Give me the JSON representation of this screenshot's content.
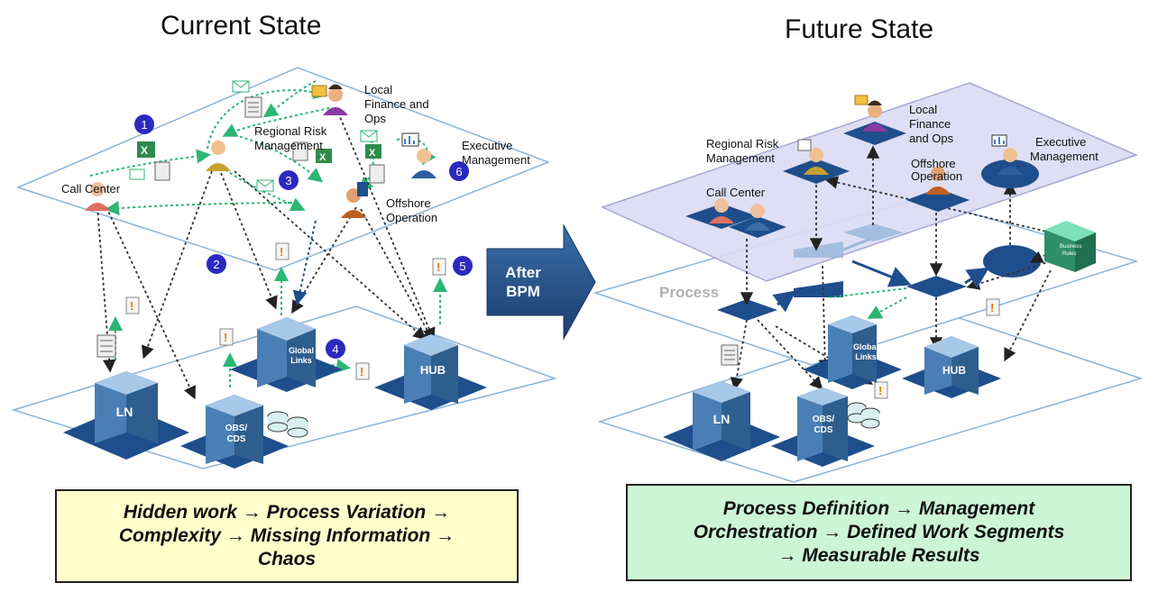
{
  "current": {
    "title": "Current State",
    "actors": {
      "local_finance": [
        "Local",
        "Finance and",
        "Ops"
      ],
      "regional_risk": [
        "Regional Risk",
        "Management"
      ],
      "executive": [
        "Executive",
        "Management"
      ],
      "call_center": "Call Center",
      "offshore": [
        "Offshore",
        "Operation"
      ]
    },
    "servers": {
      "ln": "LN",
      "obs": [
        "OBS/",
        "CDS"
      ],
      "global": [
        "Global",
        "Links"
      ],
      "hub": "HUB"
    },
    "steps": [
      "1",
      "2",
      "3",
      "4",
      "5",
      "6"
    ],
    "summary": [
      "Hidden work →  Process Variation →",
      "Complexity → Missing Information →",
      "Chaos"
    ]
  },
  "transition": {
    "label": [
      "After",
      "BPM"
    ]
  },
  "future": {
    "title": "Future State",
    "actors": {
      "local_finance": [
        "Local",
        "Finance",
        "and Ops"
      ],
      "regional_risk": [
        "Regional Risk",
        "Management"
      ],
      "executive": [
        "Executive",
        "Management"
      ],
      "call_center": "Call Center",
      "offshore": [
        "Offshore",
        "Operation"
      ]
    },
    "layer_label": "Process",
    "rules_label": [
      "Business",
      "Rules"
    ],
    "servers": {
      "ln": "LN",
      "obs": [
        "OBS/",
        "CDS"
      ],
      "global": [
        "Global",
        "Links"
      ],
      "hub": "HUB"
    },
    "summary": [
      "Process Definition →  Management",
      "Orchestration → Defined Work Segments",
      "→ Measurable Results"
    ]
  }
}
